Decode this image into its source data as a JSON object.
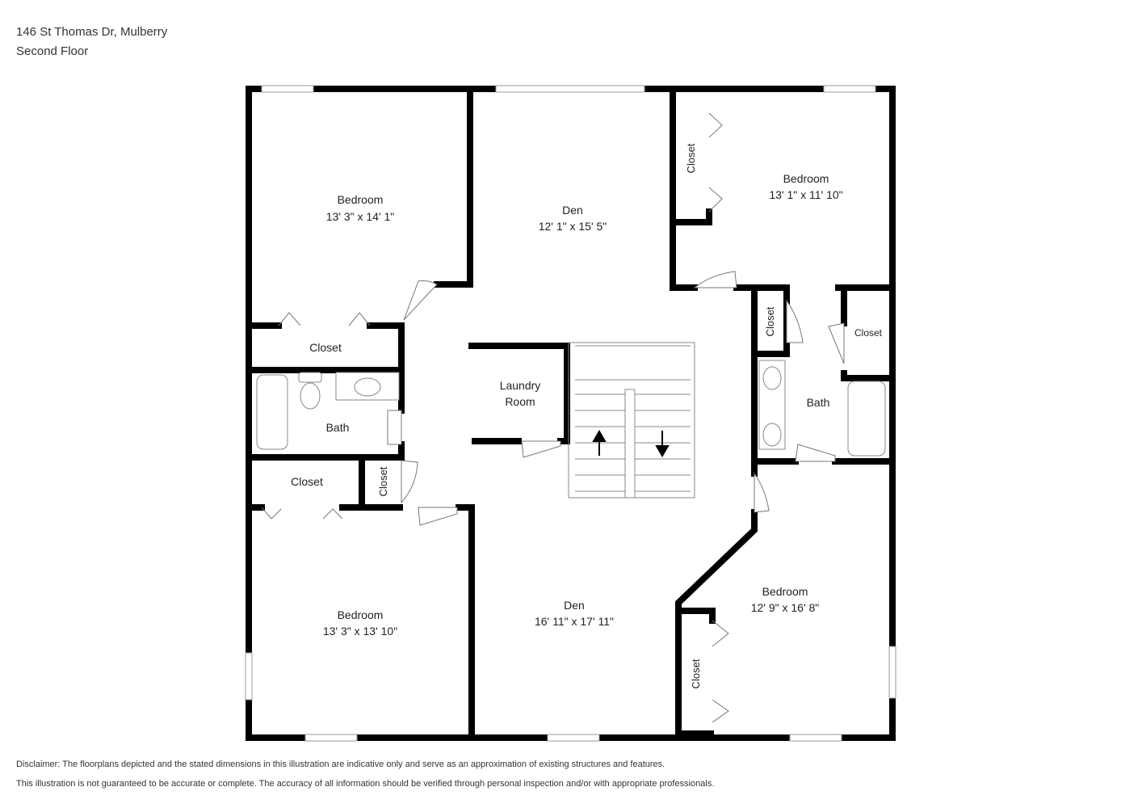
{
  "header": {
    "address": "146 St Thomas Dr, Mulberry",
    "floor": "Second Floor"
  },
  "rooms": {
    "bedroom_nw": {
      "name": "Bedroom",
      "dims": "13' 3\" x 14' 1\""
    },
    "den_n": {
      "name": "Den",
      "dims": "12' 1\" x 15' 5\""
    },
    "bedroom_ne": {
      "name": "Bedroom",
      "dims": "13' 1\" x 11' 10\""
    },
    "closet_ne": {
      "name": "Closet"
    },
    "closet_nw": {
      "name": "Closet"
    },
    "bath_w": {
      "name": "Bath"
    },
    "laundry": {
      "name_line1": "Laundry",
      "name_line2": "Room"
    },
    "closet_e_small": {
      "name": "Closet"
    },
    "closet_e": {
      "name": "Closet"
    },
    "bath_e": {
      "name": "Bath"
    },
    "closet_w": {
      "name": "Closet"
    },
    "closet_w_small": {
      "name": "Closet"
    },
    "bedroom_sw": {
      "name": "Bedroom",
      "dims": "13' 3\" x 13' 10\""
    },
    "den_s": {
      "name": "Den",
      "dims": "16' 11\" x 17' 11\""
    },
    "bedroom_se": {
      "name": "Bedroom",
      "dims": "12' 9\" x 16' 8\""
    },
    "closet_se": {
      "name": "Closet"
    }
  },
  "disclaimer": {
    "line1": "Disclaimer: The floorplans depicted and the stated dimensions in this illustration are indicative only and serve as an approximation of existing structures and features.",
    "line2": "This illustration is not guaranteed to be accurate or complete. The accuracy of all information should be verified through personal inspection and/or with appropriate professionals."
  }
}
